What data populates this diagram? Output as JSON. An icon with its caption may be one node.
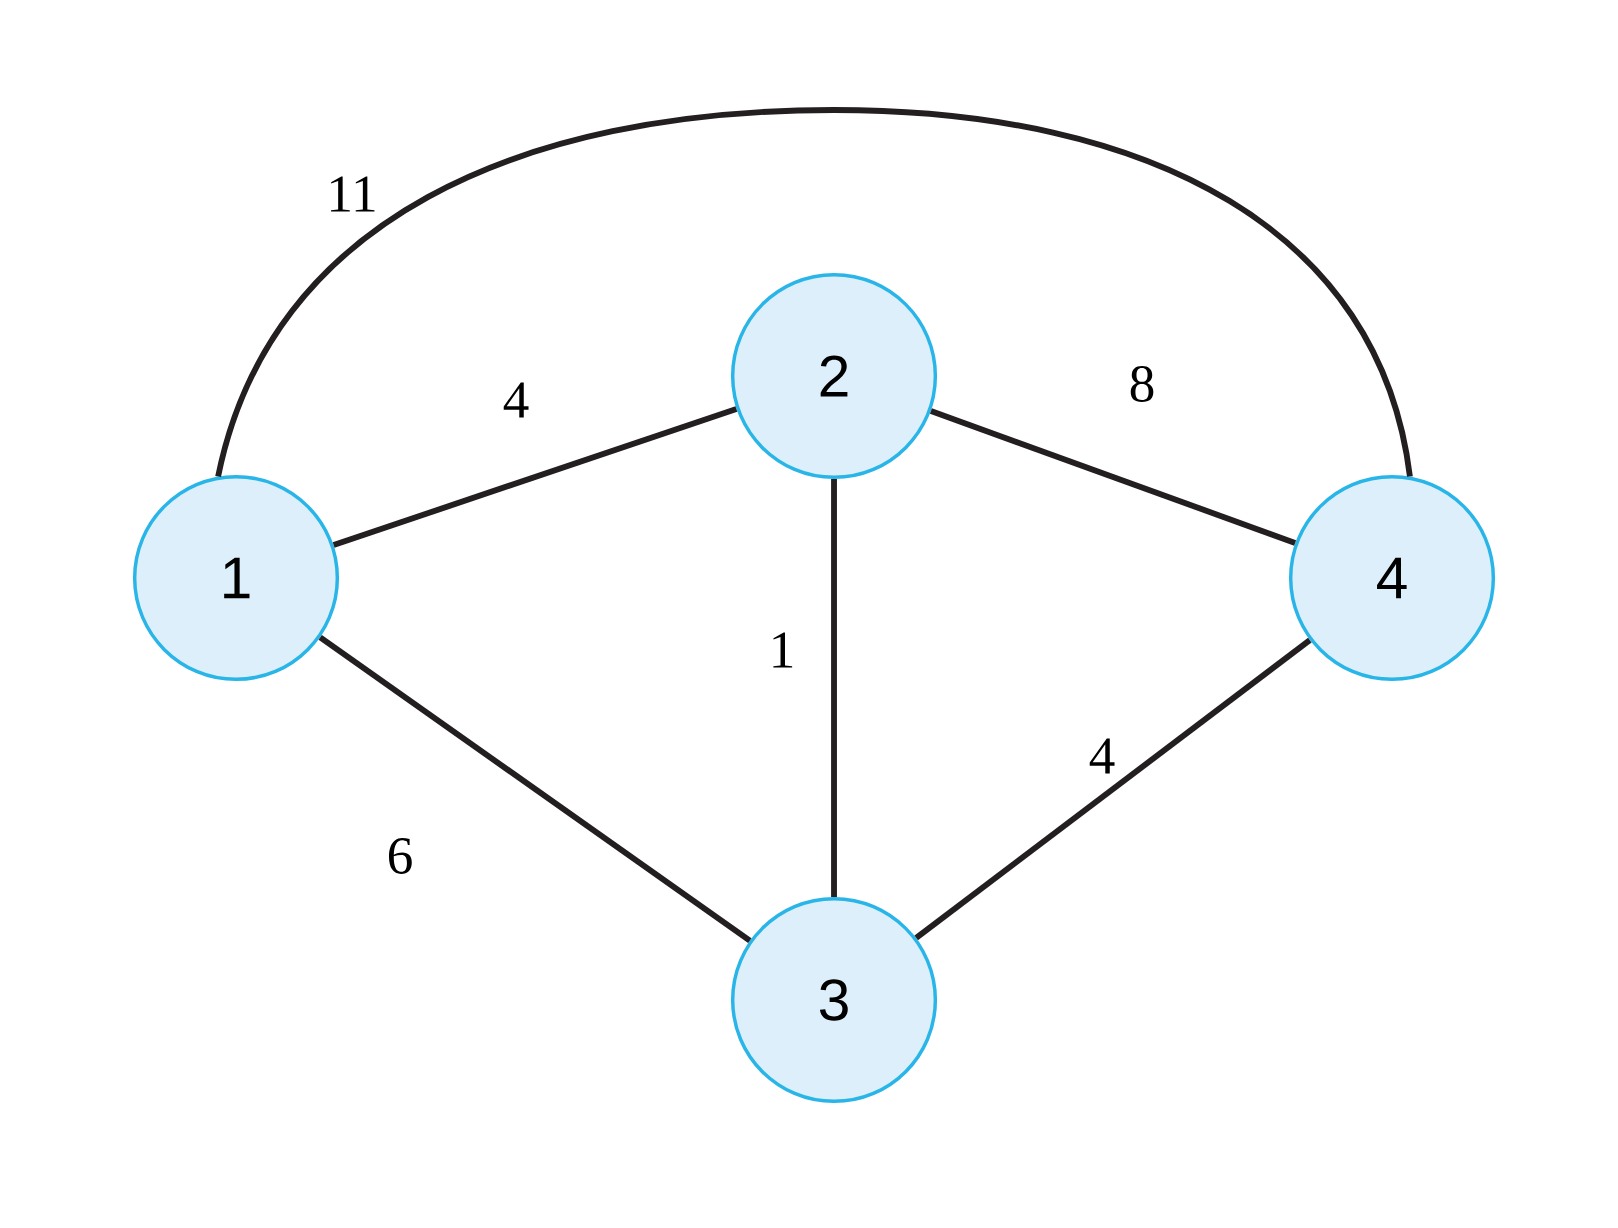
{
  "diagram": {
    "nodes": [
      {
        "text": [
          "1"
        ]
      },
      {
        "text": [
          "2"
        ]
      },
      {
        "text": [
          "3"
        ]
      },
      {
        "text": [
          "4"
        ]
      }
    ],
    "edges": [
      {
        "from": 0,
        "to": 3,
        "arrow": "none",
        "label": "11"
      },
      {
        "from": 0,
        "to": 1,
        "arrow": "none",
        "label": "4"
      },
      {
        "from": 1,
        "to": 3,
        "arrow": "none",
        "label": "8"
      },
      {
        "from": 1,
        "to": 2,
        "arrow": "none",
        "label": "1"
      },
      {
        "from": 2,
        "to": 3,
        "arrow": "none",
        "label": "4"
      },
      {
        "from": 0,
        "to": 2,
        "arrow": "none",
        "label": "6"
      }
    ]
  }
}
